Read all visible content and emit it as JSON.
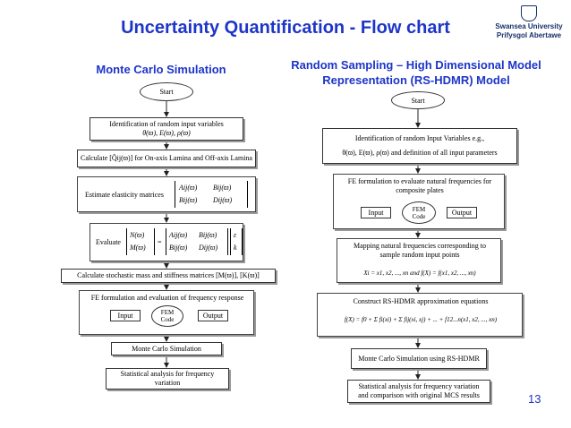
{
  "slide": {
    "title": "Uncertainty Quantification - Flow chart",
    "logo_line1": "Swansea University",
    "logo_line2": "Prifysgol Abertawe",
    "page_number": "13"
  },
  "left": {
    "heading": "Monte Carlo Simulation",
    "start": "Start",
    "step1_line1": "Identification of random input variables",
    "step1_line2": "θ(ϖ), E(ϖ), ρ(ϖ)",
    "step2": "Calculate [Q̄ij(ϖ)] for On-axis Lamina and Off-axis Lamina",
    "step3": "Estimate elasticity matrices",
    "step3_m11": "Aij(ϖ)",
    "step3_m12": "Bij(ϖ)",
    "step3_m21": "Bij(ϖ)",
    "step3_m22": "Dij(ϖ)",
    "step4": "Evaluate",
    "step4_v1": "N(ϖ)",
    "step4_v2": "M(ϖ)",
    "step4_eq": "=",
    "step4_e1": "ε",
    "step4_e2": "k",
    "step5": "Calculate stochastic mass and stiffness matrices [M(ϖ)], [K(ϖ)]",
    "step6": "FE formulation and evaluation of frequency response",
    "input": "Input",
    "fem_line1": "FEM",
    "fem_line2": "Code",
    "output": "Output",
    "step7": "Monte Carlo Simulation",
    "step8": "Statistical analysis for frequency variation"
  },
  "right": {
    "heading": "Random Sampling – High Dimensional Model Representation (RS-HDMR) Model",
    "start": "Start",
    "step1_line1": "Identification of random Input Variables e.g.,",
    "step1_line2": "θ(ϖ), E(ϖ), ρ(ϖ) and definition of all input parameters",
    "step2_line1": "FE formulation to evaluate natural frequencies for",
    "step2_line2": "composite plates",
    "input": "Input",
    "fem_line1": "FEM",
    "fem_line2": "Code",
    "output": "Output",
    "step3_line1": "Mapping natural frequencies corresponding to",
    "step3_line2": "sample random input points",
    "step3_eq": "Xi = x1, x2, ..., xn  and  f(X) = f(x1, x2, ..., xn)",
    "step4_title": "Construct RS-HDMR approximation equations",
    "step4_eq": "f(X) = f0 + Σ fi(xi) + Σ fij(xi, xj) + ... + f12...n(x1, x2, ..., xn)",
    "step5": "Monte Carlo Simulation using RS-HDMR",
    "step6_line1": "Statistical analysis for frequency variation",
    "step6_line2": "and comparison with original MCS results"
  }
}
